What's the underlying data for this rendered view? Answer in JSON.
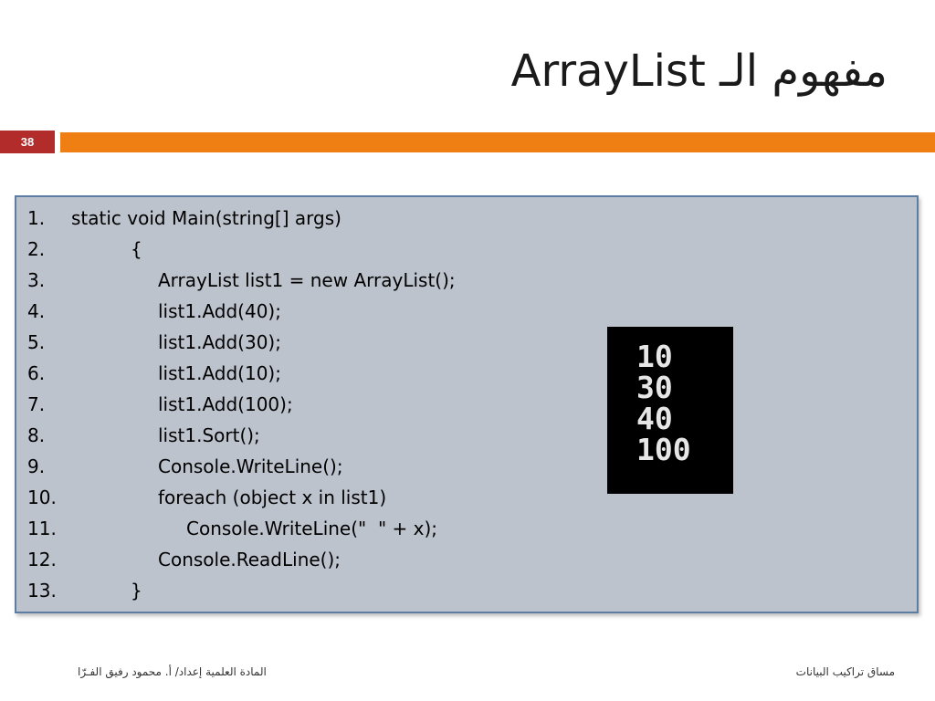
{
  "slide": {
    "title": "مفهوم الـ ArrayList",
    "number": "38",
    "colors": {
      "accent_bar": "#ef7f12",
      "number_badge": "#b22c2c",
      "code_box_bg": "#bdc3cd",
      "code_box_border": "#5d7da3",
      "console_bg": "#000000"
    }
  },
  "code": {
    "lines": [
      {
        "num": "1.",
        "text": "static void Main(string[] args)"
      },
      {
        "num": "2.",
        "text": "{"
      },
      {
        "num": "3.",
        "text": "ArrayList list1 = new ArrayList();"
      },
      {
        "num": "4.",
        "text": "list1.Add(40);"
      },
      {
        "num": "5.",
        "text": "list1.Add(30);"
      },
      {
        "num": "6.",
        "text": "list1.Add(10);"
      },
      {
        "num": "7.",
        "text": "list1.Add(100);"
      },
      {
        "num": "8.",
        "text": "list1.Sort();"
      },
      {
        "num": "9.",
        "text": "Console.WriteLine();"
      },
      {
        "num": "10.",
        "text": "foreach (object x in list1)"
      },
      {
        "num": "11.",
        "text": "Console.WriteLine(\"  \" + x);"
      },
      {
        "num": "12.",
        "text": "Console.ReadLine();"
      },
      {
        "num": "13.",
        "text": "}"
      }
    ]
  },
  "console": {
    "output": [
      "10",
      "30",
      "40",
      "100"
    ]
  },
  "footer": {
    "left": "المادة العلمية إعداد/ أ. محمود رفيق الفـرّا",
    "right": "مساق تراكيب البيانات"
  }
}
